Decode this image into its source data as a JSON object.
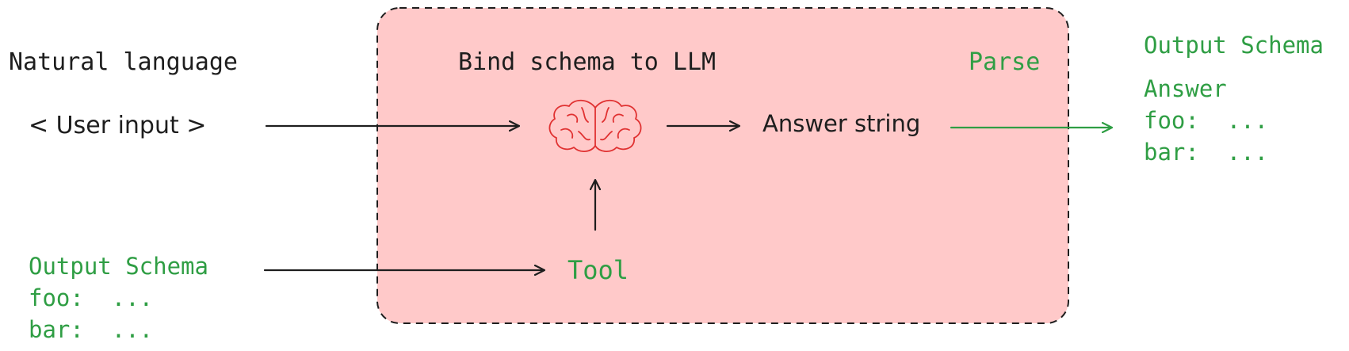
{
  "colors": {
    "ink": "#1e1e1e",
    "green": "#2f9e44",
    "box_fill": "#ffc9c9",
    "brain": "#e03131"
  },
  "input": {
    "heading": "Natural language",
    "user_input": "< User input >"
  },
  "schema_in": {
    "title": "Output Schema",
    "line1": "foo:  ...",
    "line2": "bar:  ..."
  },
  "box": {
    "bind_label": "Bind schema to LLM",
    "parse_label": "Parse",
    "llm_icon": "brain-icon",
    "answer_string": "Answer string",
    "tool_label": "Tool"
  },
  "schema_out": {
    "title": "Output Schema",
    "line0": "Answer",
    "line1": "foo:  ...",
    "line2": "bar:  ..."
  }
}
